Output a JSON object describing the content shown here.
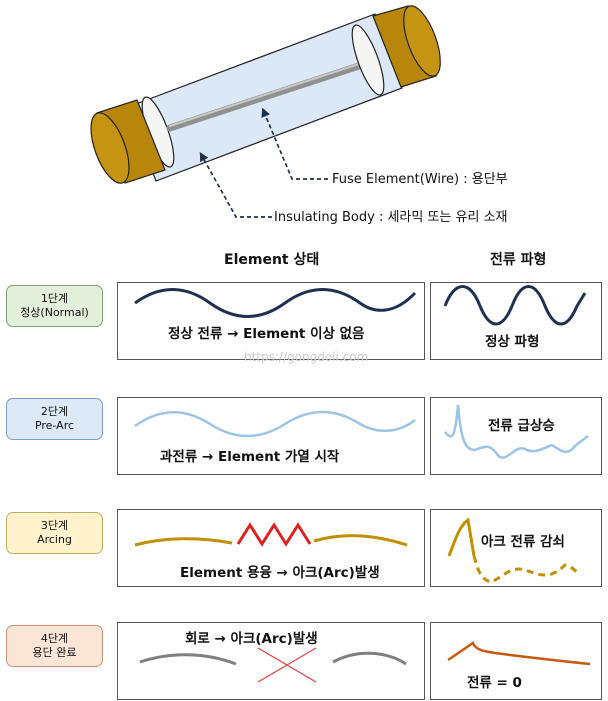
{
  "callouts": {
    "fuse_element": "Fuse Element(Wire) : 용단부",
    "insulating_body": "Insulating Body : 세라믹 또는 유리 소재"
  },
  "columns": {
    "element_state": "Element 상태",
    "current_waveform": "전류 파형"
  },
  "watermark": "https://gongdoli.com",
  "stages": [
    {
      "line1": "1단계",
      "line2": "정상(Normal)",
      "bg": "#e2efda",
      "border": "#7f9f6e",
      "state_text": "정상 전류 → Element 이상 없음",
      "wave_text": "정상 파형"
    },
    {
      "line1": "2단계",
      "line2": "Pre-Arc",
      "bg": "#dde9f6",
      "border": "#7f9ec4",
      "state_text": "과전류 → Element 가열 시작",
      "wave_text": "전류 급상승"
    },
    {
      "line1": "3단계",
      "line2": "Arcing",
      "bg": "#fff2cc",
      "border": "#c9ab5e",
      "state_text": "Element 용융 → 아크(Arc)발생",
      "wave_text": "아크 전류 감쇠"
    },
    {
      "line1": "4단계",
      "line2": "용단 완료",
      "bg": "#fbe5d6",
      "border": "#c99578",
      "state_text": "회로 → 아크(Arc)발생",
      "wave_text": "전류 = 0"
    }
  ],
  "colors": {
    "normal_wave": "#1f3050",
    "prearc_wave": "#9dc3e6",
    "arcing_wave": "#bf9000",
    "melt_zigzag": "#e02020",
    "broken_wire": "#808080",
    "cut_mark": "#e04040",
    "final_current": "#c55a11",
    "fuse_cap": "#b8860b",
    "fuse_tube": "#dde8f6"
  }
}
